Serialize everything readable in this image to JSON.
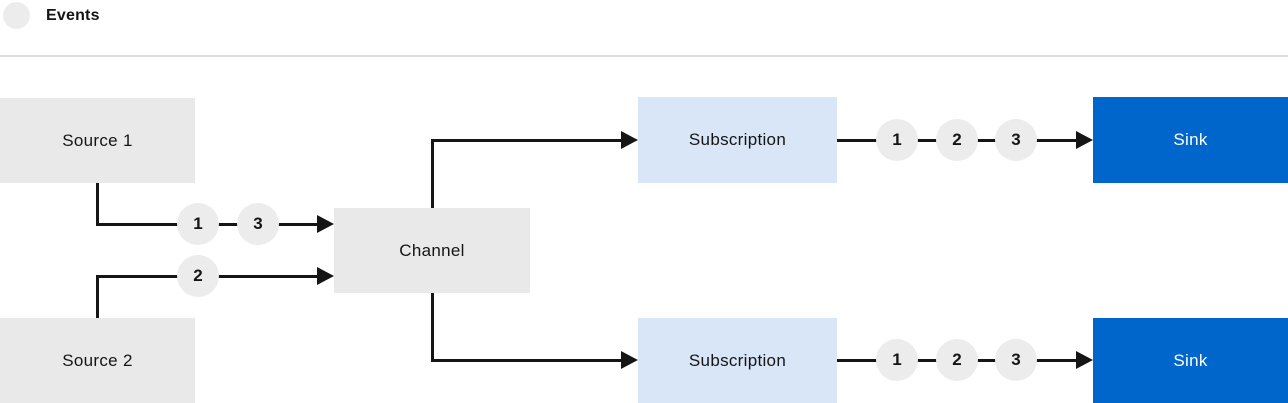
{
  "legend": {
    "label": "Events"
  },
  "colors": {
    "ink": "#151515",
    "box_gray": "#e9e9e9",
    "circle_gray": "#ececec",
    "subscription_blue": "#d8e6f7",
    "sink_blue": "#0066cc",
    "sink_text": "#ffffff",
    "divider": "#dcdcdc"
  },
  "nodes": {
    "source1": {
      "label": "Source 1"
    },
    "source2": {
      "label": "Source 2"
    },
    "channel": {
      "label": "Channel"
    },
    "subscription1": {
      "label": "Subscription"
    },
    "subscription2": {
      "label": "Subscription"
    },
    "sink1": {
      "label": "Sink"
    },
    "sink2": {
      "label": "Sink"
    }
  },
  "flows": {
    "source1_to_channel_events": [
      "1",
      "3"
    ],
    "source2_to_channel_events": [
      "2"
    ],
    "subscription1_to_sink_events": [
      "1",
      "2",
      "3"
    ],
    "subscription2_to_sink_events": [
      "1",
      "2",
      "3"
    ]
  }
}
